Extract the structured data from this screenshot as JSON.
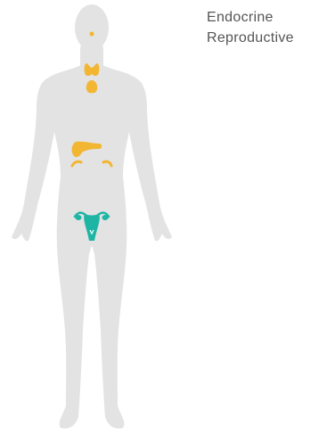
{
  "legend": {
    "items": [
      {
        "label": "Endocrine",
        "color": "#555555"
      },
      {
        "label": "Reproductive",
        "color": "#555555"
      }
    ]
  },
  "colors": {
    "body": "#e3e3e3",
    "endocrine": "#f2b632",
    "reproductive": "#1fb5a4",
    "background": "#ffffff"
  },
  "organs": {
    "endocrine": [
      "pineal-gland",
      "thyroid-gland",
      "thymus",
      "pancreas",
      "adrenal-gland-left",
      "adrenal-gland-right"
    ],
    "reproductive": [
      "uterus",
      "ovaries"
    ]
  }
}
